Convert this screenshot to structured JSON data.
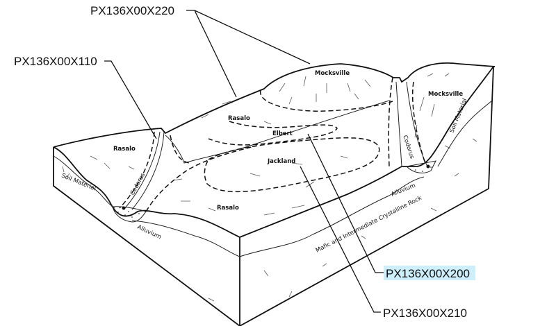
{
  "callouts": {
    "c220": "PX136X00X220",
    "c110": "PX136X00X110",
    "c200": "PX136X00X200",
    "c210": "PX136X00X210"
  },
  "highlight_color": "#cdeefb",
  "map_units": {
    "rasalo_left": "Rasalo",
    "rasalo_top": "Rasalo",
    "rasalo_front": "Rasalo",
    "mocksville_center": "Mocksville",
    "mocksville_right": "Mocksville",
    "elbert": "Elbert",
    "jackland": "Jackland",
    "codorus_left": "Codorus",
    "codorus_right": "Codorus"
  },
  "layers": {
    "soil_left": "Soil Material",
    "soil_right": "Soil Material",
    "alluvium_left": "Alluvium",
    "alluvium_right": "Alluvium",
    "bedrock": "Mafic and Intermediate Crystalline Rock"
  }
}
